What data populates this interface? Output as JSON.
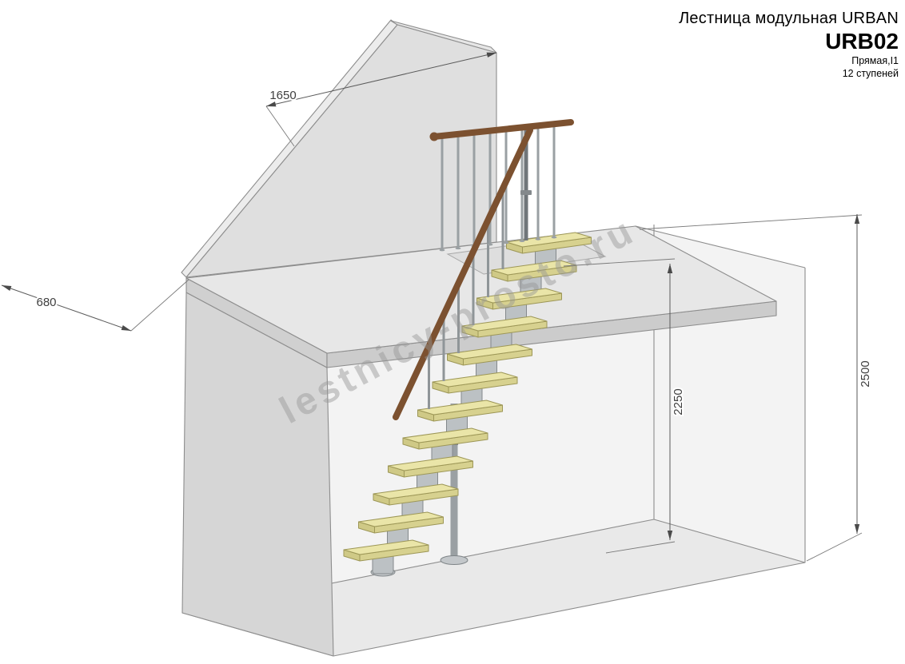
{
  "title_block": {
    "product_line": "Лестница модульная URBAN",
    "model": "URB02",
    "type": "Прямая,I1",
    "steps": "12 ступеней"
  },
  "dimensions": {
    "wall_top_length": "1650",
    "landing_depth": "680",
    "total_height": "2500",
    "floor_to_landing": "2250"
  },
  "watermark": "lestnicy-prosto.ru",
  "stairs": {
    "steps_count": 12
  },
  "colors": {
    "tread_top": "#eae5a8",
    "tread_edge": "#d7d18f",
    "handrail_wood": "#7c5130",
    "metal": "#9aa0a3",
    "room_gray": "#dfdfdf"
  }
}
